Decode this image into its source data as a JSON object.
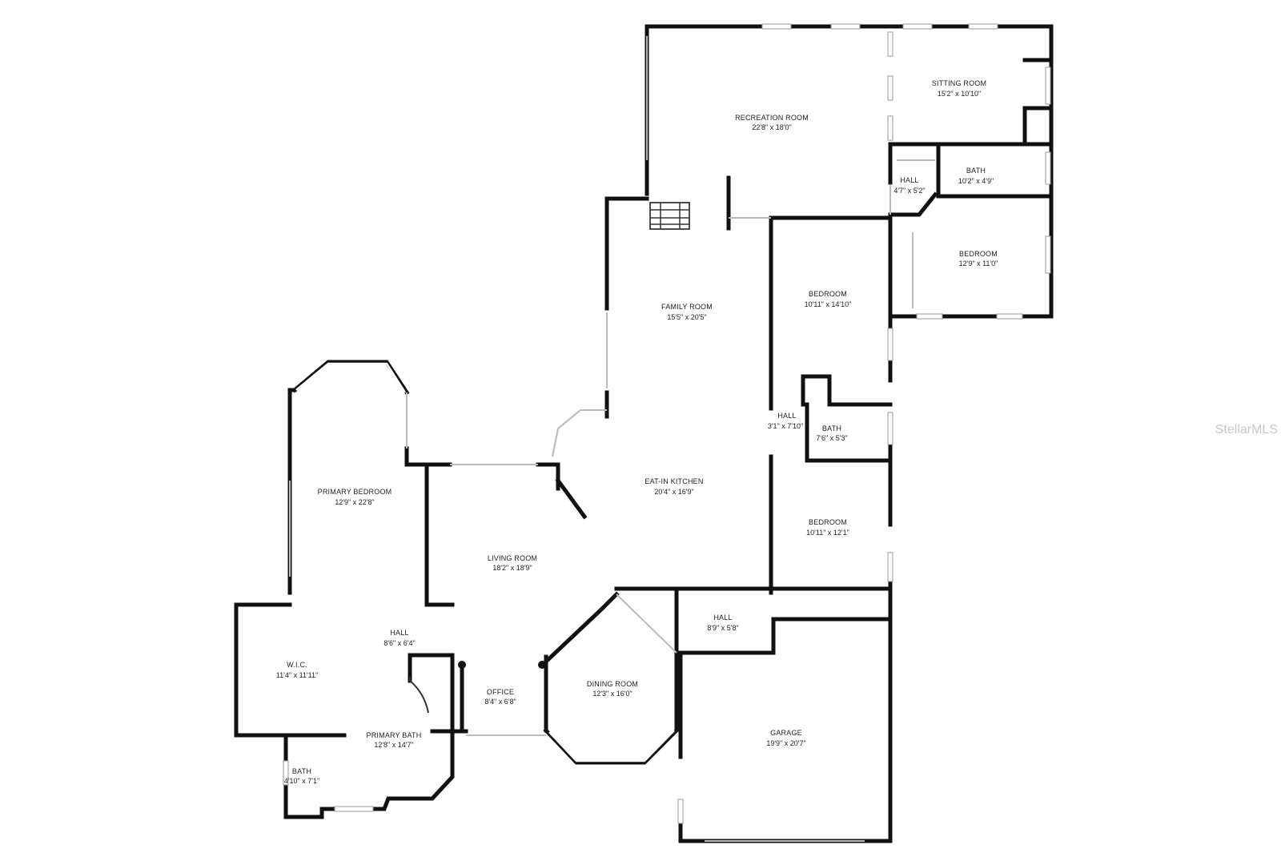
{
  "rooms": [
    {
      "id": "recreation-room",
      "name": "RECREATION ROOM",
      "dims": "22'8\" x 18'0\""
    },
    {
      "id": "sitting-room",
      "name": "SITTING ROOM",
      "dims": "15'2\" x 10'10\""
    },
    {
      "id": "hall-north",
      "name": "HALL",
      "dims": "4'7\" x 5'2\""
    },
    {
      "id": "bath-north",
      "name": "BATH",
      "dims": "10'2\" x 4'9\""
    },
    {
      "id": "bedroom-northeast",
      "name": "BEDROOM",
      "dims": "12'9\" x 11'0\""
    },
    {
      "id": "family-room",
      "name": "FAMILY ROOM",
      "dims": "15'5\" x 20'5\""
    },
    {
      "id": "bedroom-middle",
      "name": "BEDROOM",
      "dims": "10'11\" x 14'10\""
    },
    {
      "id": "hall-middle",
      "name": "HALL",
      "dims": "3'1\" x 7'10\""
    },
    {
      "id": "bath-middle",
      "name": "BATH",
      "dims": "7'6\" x 5'3\""
    },
    {
      "id": "eat-in-kitchen",
      "name": "EAT-IN KITCHEN",
      "dims": "20'4\" x 16'9\""
    },
    {
      "id": "bedroom-south",
      "name": "BEDROOM",
      "dims": "10'11\" x 12'1\""
    },
    {
      "id": "primary-bedroom",
      "name": "PRIMARY BEDROOM",
      "dims": "12'9\" x 22'8\""
    },
    {
      "id": "living-room",
      "name": "LIVING ROOM",
      "dims": "18'2\" x 18'9\""
    },
    {
      "id": "hall-garage",
      "name": "HALL",
      "dims": "8'9\" x 5'8\""
    },
    {
      "id": "hall-primary",
      "name": "HALL",
      "dims": "8'6\" x 6'4\""
    },
    {
      "id": "wic",
      "name": "W.I.C.",
      "dims": "11'4\" x 11'11\""
    },
    {
      "id": "dining-room",
      "name": "DINING ROOM",
      "dims": "12'3\" x 16'0\""
    },
    {
      "id": "office",
      "name": "OFFICE",
      "dims": "8'4\" x 6'8\""
    },
    {
      "id": "garage",
      "name": "GARAGE",
      "dims": "19'9\" x 20'7\""
    },
    {
      "id": "primary-bath",
      "name": "PRIMARY BATH",
      "dims": "12'8\" x 14'7\""
    },
    {
      "id": "bath-small",
      "name": "BATH",
      "dims": "4'10\" x 7'1\""
    }
  ],
  "watermark": "StellarMLS"
}
